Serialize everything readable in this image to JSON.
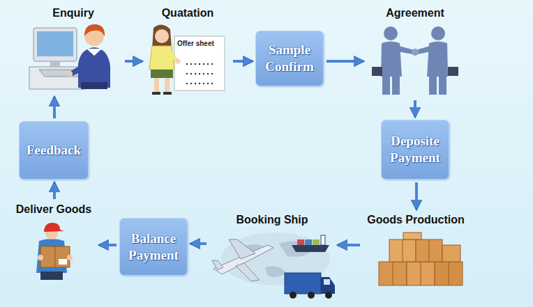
{
  "diagram": {
    "nodes": [
      {
        "text": [
          "Enquiry"
        ]
      },
      {
        "text": [
          "Quatation"
        ]
      },
      {
        "text": [
          "Sample Confirm"
        ]
      },
      {
        "text": [
          "Agreement"
        ]
      },
      {
        "text": [
          "Deposite Payment"
        ]
      },
      {
        "text": [
          "Goods Production"
        ]
      },
      {
        "text": [
          "Booking Ship"
        ]
      },
      {
        "text": [
          "Balance Payment"
        ]
      },
      {
        "text": [
          "Deliver Goods"
        ]
      },
      {
        "text": [
          "Feedback"
        ]
      }
    ],
    "edges": [
      {
        "from": 0,
        "to": 1,
        "arrow": "to"
      },
      {
        "from": 1,
        "to": 2,
        "arrow": "to"
      },
      {
        "from": 2,
        "to": 3,
        "arrow": "to"
      },
      {
        "from": 3,
        "to": 4,
        "arrow": "to"
      },
      {
        "from": 4,
        "to": 5,
        "arrow": "to"
      },
      {
        "from": 5,
        "to": 6,
        "arrow": "to"
      },
      {
        "from": 6,
        "to": 7,
        "arrow": "to"
      },
      {
        "from": 7,
        "to": 8,
        "arrow": "to"
      },
      {
        "from": 8,
        "to": 9,
        "arrow": "to"
      },
      {
        "from": 9,
        "to": 0,
        "arrow": "to"
      }
    ],
    "labels": [
      "Offer sheet"
    ]
  }
}
